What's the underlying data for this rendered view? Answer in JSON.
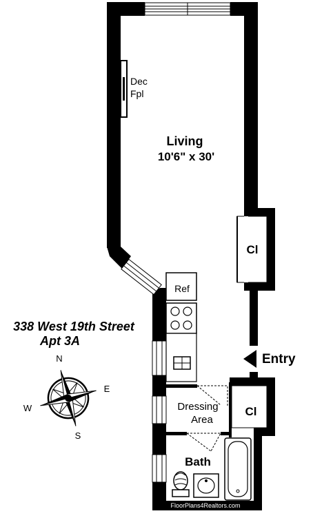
{
  "address": {
    "street": "338 West 19th Street",
    "apt": "Apt 3A"
  },
  "rooms": {
    "living_name": "Living",
    "living_dims": "10'6\" x 30'",
    "fireplace_line1": "Dec",
    "fireplace_line2": "Fpl",
    "closet_upper": "Cl",
    "closet_lower": "Cl",
    "refrigerator": "Ref",
    "dressing_line1": "Dressing",
    "dressing_line2": "Area",
    "bath": "Bath"
  },
  "entry_label": "Entry",
  "compass": {
    "n": "N",
    "e": "E",
    "s": "S",
    "w": "W"
  },
  "watermark": "FloorPlans4Realtors.com"
}
